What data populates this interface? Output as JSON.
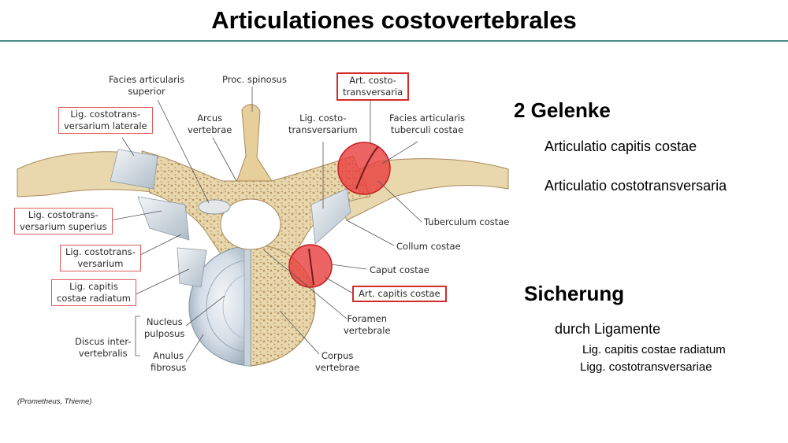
{
  "title": "Articulationes costovertebrales",
  "figure": {
    "labels": {
      "facies_art_sup": "Facies articularis\nsuperior",
      "proc_spinosus": "Proc. spinosus",
      "art_costotransversaria": "Art. costo-\ntransversaria",
      "lig_ct_laterale": "Lig. costotrans-\nversarium laterale",
      "arcus_vertebrae": "Arcus\nvertebrae",
      "lig_costotransversarium": "Lig. costo-\ntransversarium",
      "facies_art_tuberculi": "Facies articularis\ntuberculi costae",
      "lig_ct_superius": "Lig. costotrans-\nversarium superius",
      "tuberculum_costae": "Tuberculum costae",
      "collum_costae": "Collum costae",
      "lig_ct_versarium": "Lig. costotrans-\nversarium",
      "caput_costae": "Caput costae",
      "lig_capitis_radiatum": "Lig. capitis\ncostae radiatum",
      "art_capitis_costae": "Art. capitis costae",
      "nucleus_pulposus": "Nucleus\npulposus",
      "foramen_vertebrale": "Foramen\nvertebrale",
      "discus": "Discus inter-\nvertebralis",
      "anulus_fibrosus": "Anulus\nfibrosus",
      "corpus_vertebrae": "Corpus\nvertebrae"
    }
  },
  "right": {
    "heading1": "2 Gelenke",
    "gelenke": [
      "Articulatio capitis costae",
      "Articulatio costotransversaria"
    ],
    "heading2": "Sicherung",
    "sicherung_intro": "durch Ligamente",
    "ligamente": [
      "Lig. capitis costae radiatum",
      "Ligg. costotransversariae"
    ]
  },
  "credit": "(Prometheus, Thieme)",
  "colors": {
    "accent_rule": "#4a8a86",
    "highlight": "#e23a3a",
    "bone": "#e6d3a8"
  }
}
